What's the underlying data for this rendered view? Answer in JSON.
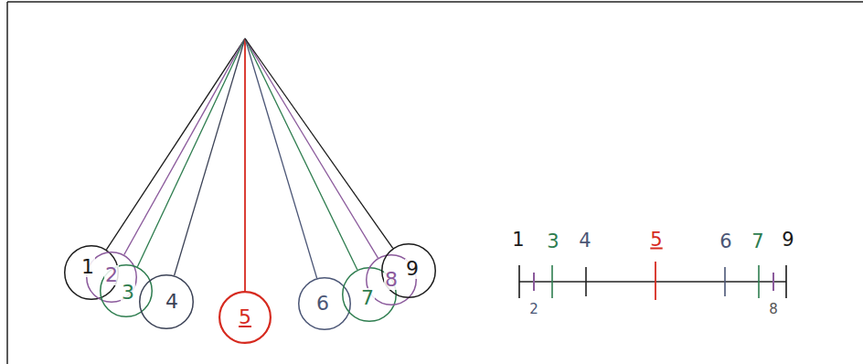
{
  "diagram": {
    "nodes": [
      {
        "text": [
          "1"
        ]
      },
      {
        "text": [
          "2"
        ]
      },
      {
        "text": [
          "3"
        ]
      },
      {
        "text": [
          "4"
        ]
      },
      {
        "text": [
          "5"
        ]
      },
      {
        "text": [
          "6"
        ]
      },
      {
        "text": [
          "7"
        ]
      },
      {
        "text": [
          "8"
        ]
      },
      {
        "text": [
          "9"
        ]
      }
    ],
    "labels": [
      "1",
      "2",
      "3",
      "4",
      "5",
      "6",
      "7",
      "8",
      "9"
    ]
  }
}
